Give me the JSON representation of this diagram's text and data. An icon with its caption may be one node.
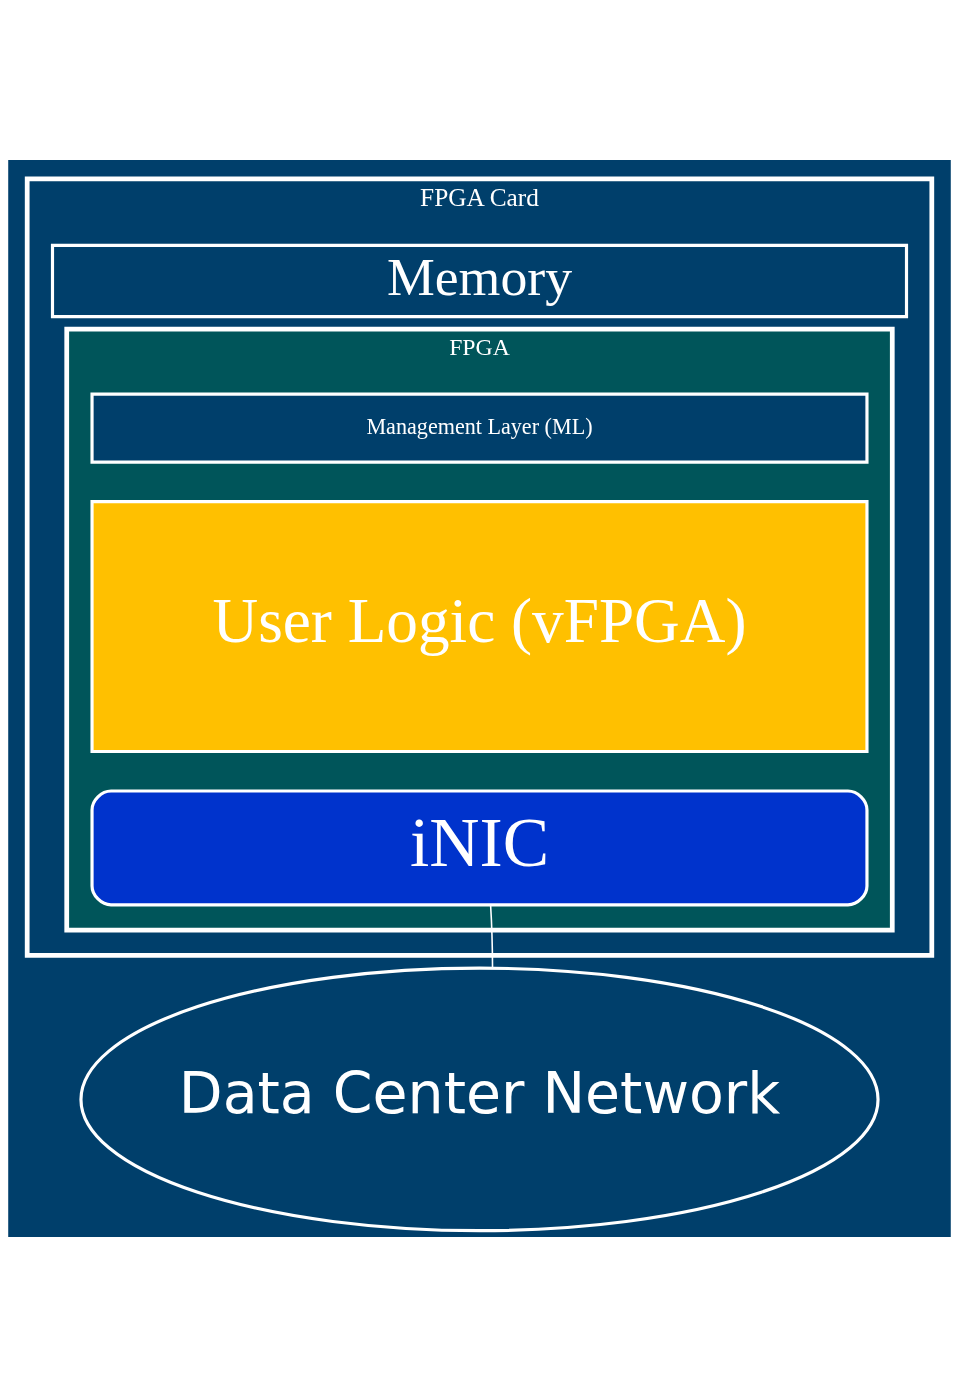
{
  "diagram": {
    "nodes": [
      {
        "text": [
          "FPGA Card"
        ]
      },
      {
        "text": [
          "Memory"
        ],
        "in": 0
      },
      {
        "text": [
          "FPGA"
        ],
        "in": 0
      },
      {
        "text": [
          "Management Layer (ML)"
        ],
        "in": 2
      },
      {
        "text": [
          "User Logic (vFPGA)"
        ],
        "in": 2
      },
      {
        "text": [
          "iNIC"
        ],
        "in": 2
      },
      {
        "text": [
          "Data Center Network"
        ]
      }
    ],
    "edges": [
      {
        "from": 5,
        "to": 6,
        "arrow": "none"
      }
    ]
  }
}
